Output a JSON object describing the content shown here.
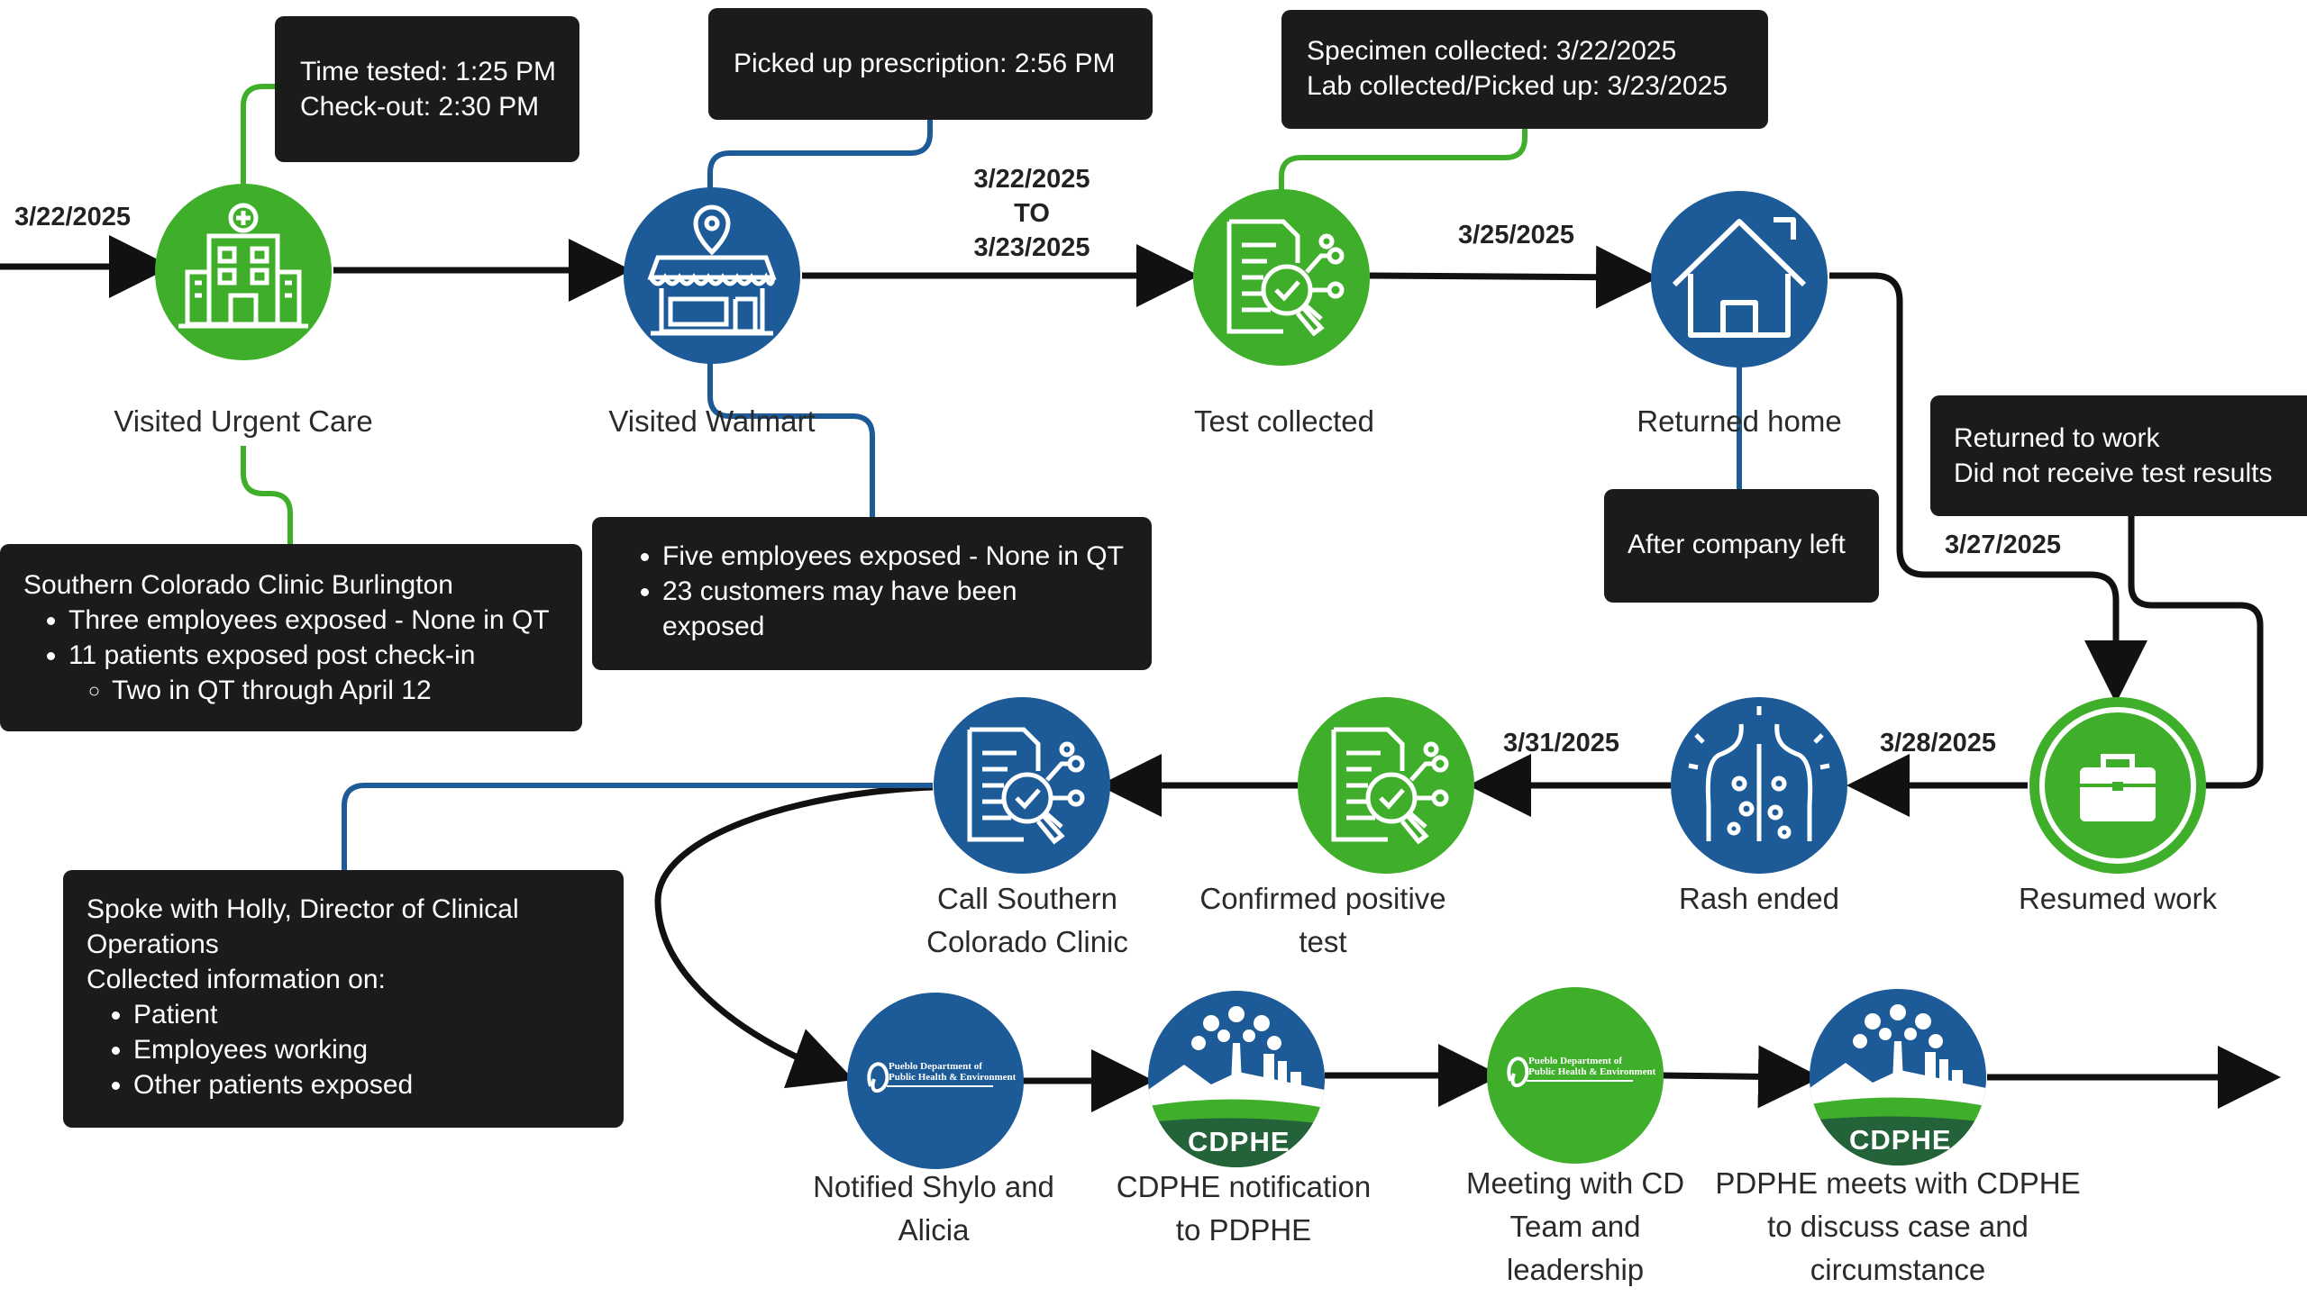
{
  "colors": {
    "green": "#3fae2a",
    "blue": "#1d5a98",
    "dark": "#1b1b1b",
    "cdphe_dark": "#24623a"
  },
  "dates": {
    "d1": "3/22/2025",
    "d2_a": "3/22/2025",
    "d2_b": "TO",
    "d2_c": "3/23/2025",
    "d3": "3/25/2025",
    "d4": "3/27/2025",
    "d5": "3/28/2025",
    "d6": "3/31/2025"
  },
  "nodes": {
    "urgent_care": {
      "label": "Visited Urgent Care",
      "icon": "hospital-icon"
    },
    "walmart": {
      "label": "Visited Walmart",
      "icon": "store-icon"
    },
    "test_collected": {
      "label": "Test collected",
      "icon": "document-check-icon"
    },
    "returned_home": {
      "label": "Returned home",
      "icon": "house-icon"
    },
    "resumed_work": {
      "label": "Resumed work",
      "icon": "briefcase-icon"
    },
    "rash_ended": {
      "label": "Rash ended",
      "icon": "body-rash-icon"
    },
    "confirmed_positive": {
      "label_1": "Confirmed positive",
      "label_2": "test",
      "icon": "document-check-icon"
    },
    "call_clinic": {
      "label_1": "Call Southern",
      "label_2": "Colorado Clinic",
      "icon": "document-check-icon"
    },
    "notified": {
      "label_1": "Notified Shylo and",
      "label_2": "Alicia",
      "icon": "pdphe-logo"
    },
    "cdphe_notification": {
      "label_1": "CDPHE notification",
      "label_2": "to PDPHE",
      "icon": "cdphe-logo"
    },
    "meeting_cd": {
      "label_1": "Meeting with CD",
      "label_2": "Team and",
      "label_3": "leadership",
      "icon": "pdphe-logo"
    },
    "pdphe_meets": {
      "label_1": "PDPHE meets with CDPHE",
      "label_2": "to discuss case and",
      "label_3": "circumstance",
      "icon": "cdphe-logo"
    }
  },
  "logos": {
    "pdphe_line1": "Pueblo Department of",
    "pdphe_line2": "Public Health & Environment",
    "cdphe_word": "CDPHE"
  },
  "boxes": {
    "urgent_times": {
      "line1": "Time tested: 1:25 PM",
      "line2": "Check-out: 2:30 PM"
    },
    "prescription": {
      "line1": "Picked up prescription: 2:56 PM"
    },
    "specimen": {
      "line1": "Specimen collected: 3/22/2025",
      "line2": "Lab collected/Picked up: 3/23/2025"
    },
    "clinic_burlington": {
      "title": "Southern Colorado Clinic Burlington",
      "items": [
        "Three employees exposed - None in QT",
        "11 patients exposed post check-in"
      ],
      "subitem": "Two in QT through April 12"
    },
    "walmart_exposure": {
      "items": [
        "Five employees exposed - None in QT",
        "23 customers may have been",
        "exposed"
      ]
    },
    "after_company": {
      "line1": "After company left"
    },
    "returned_work": {
      "line1": "Returned to work",
      "line2": "Did not receive test results"
    },
    "spoke_holly": {
      "line1": "Spoke with Holly, Director of Clinical",
      "line2": "Operations",
      "line3": "Collected information on:",
      "items": [
        "Patient",
        "Employees working",
        "Other patients exposed"
      ]
    }
  }
}
